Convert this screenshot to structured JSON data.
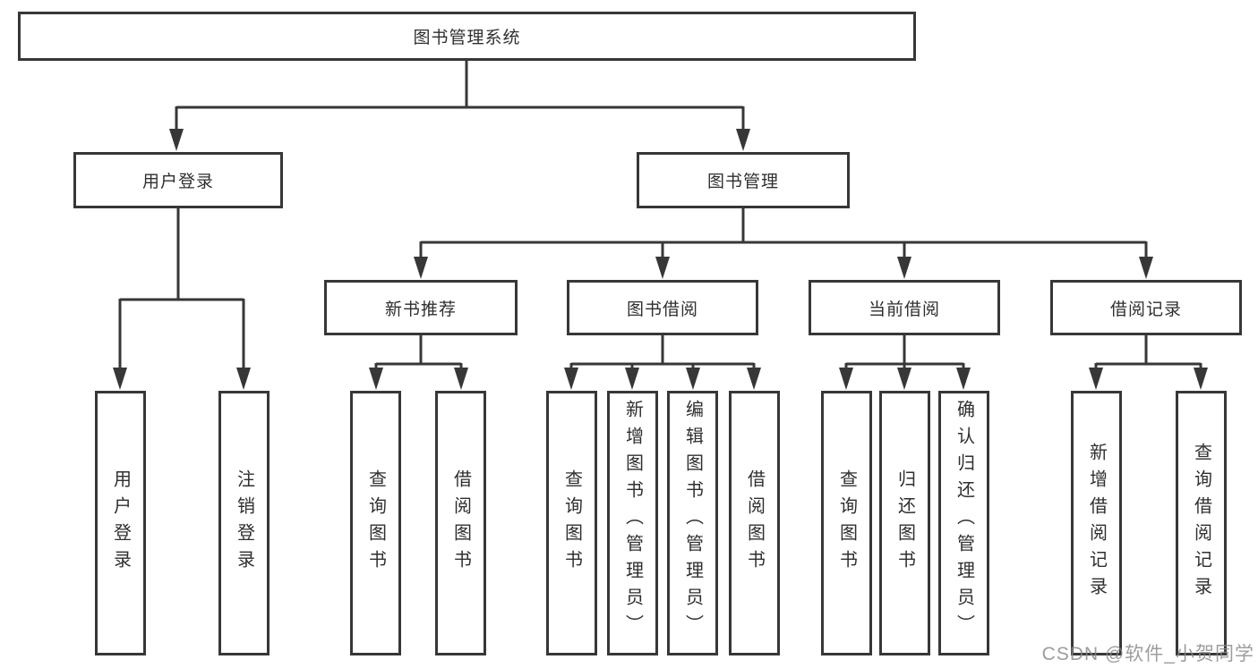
{
  "tree": {
    "label": "图书管理系统",
    "children": [
      {
        "label": "用户登录",
        "children": [
          {
            "label": "用户登录"
          },
          {
            "label": "注销登录"
          }
        ]
      },
      {
        "label": "图书管理",
        "children": [
          {
            "label": "新书推荐",
            "children": [
              {
                "label": "查询图书"
              },
              {
                "label": "借阅图书"
              }
            ]
          },
          {
            "label": "图书借阅",
            "children": [
              {
                "label": "查询图书"
              },
              {
                "label": "新增图书（管理员）"
              },
              {
                "label": "编辑图书（管理员）"
              },
              {
                "label": "借阅图书"
              }
            ]
          },
          {
            "label": "当前借阅",
            "children": [
              {
                "label": "查询图书"
              },
              {
                "label": "归还图书"
              },
              {
                "label": "确认归还（管理员）"
              }
            ]
          },
          {
            "label": "借阅记录",
            "children": [
              {
                "label": "新增借阅记录"
              },
              {
                "label": "查询借阅记录"
              }
            ]
          }
        ]
      }
    ]
  },
  "watermark": {
    "text": "CSDN @软件_小贺同学"
  },
  "colors": {
    "line": "#373737",
    "text": "#2f2f2f",
    "watermark": "#878787",
    "background": "#ffffff"
  }
}
